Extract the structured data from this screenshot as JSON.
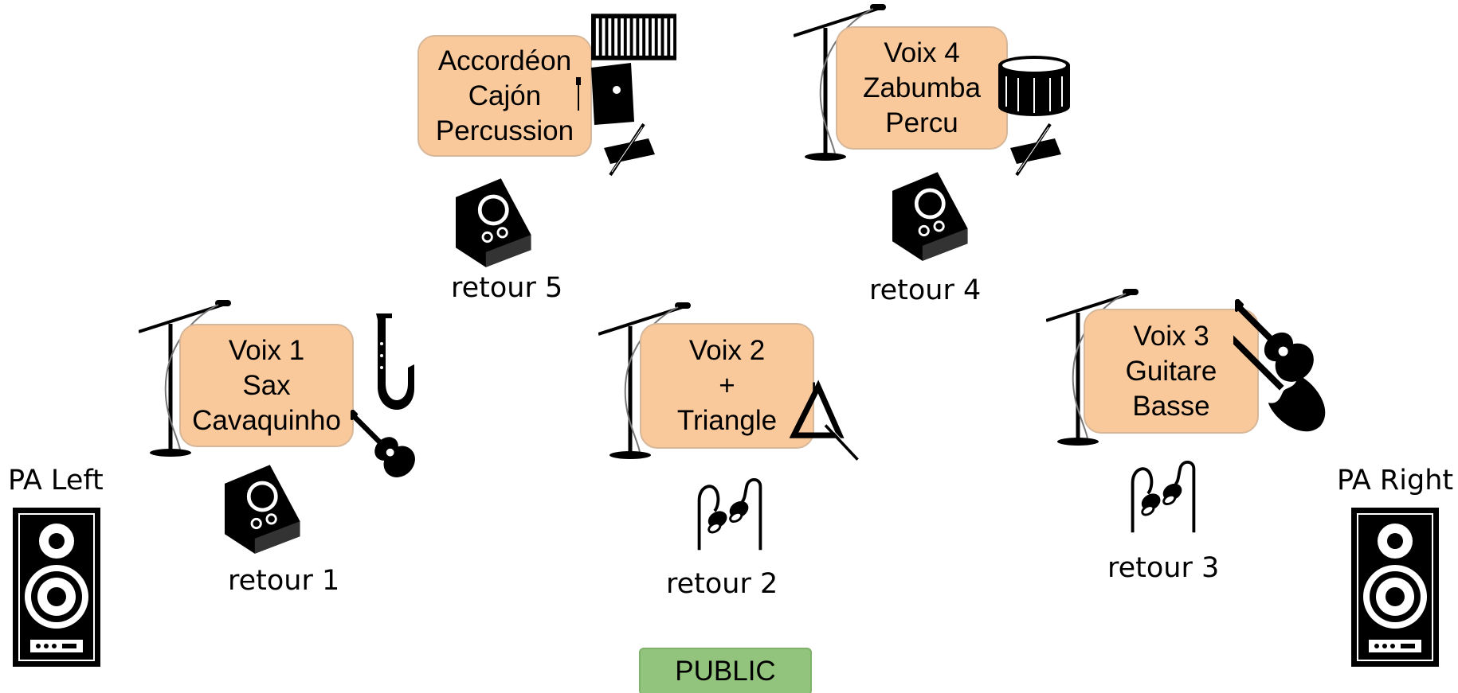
{
  "stations": {
    "s5": {
      "lines": [
        "Accordéon",
        "Cajón",
        "Percussion"
      ]
    },
    "s4": {
      "lines": [
        "Voix 4",
        "Zabumba",
        "Percu"
      ]
    },
    "s1": {
      "lines": [
        "Voix 1",
        "Sax",
        "Cavaquinho"
      ]
    },
    "s2": {
      "lines": [
        "Voix 2",
        "+",
        "Triangle"
      ]
    },
    "s3": {
      "lines": [
        "Voix 3",
        "Guitare",
        "Basse"
      ]
    }
  },
  "monitors": {
    "r1": "retour 1",
    "r2": "retour 2",
    "r3": "retour 3",
    "r4": "retour 4",
    "r5": "retour 5"
  },
  "pa": {
    "left": "PA Left",
    "right": "PA Right"
  },
  "audience": "PUBLIC",
  "colors": {
    "box_fill": "#f9c99b",
    "audience_fill": "#93c47d"
  }
}
